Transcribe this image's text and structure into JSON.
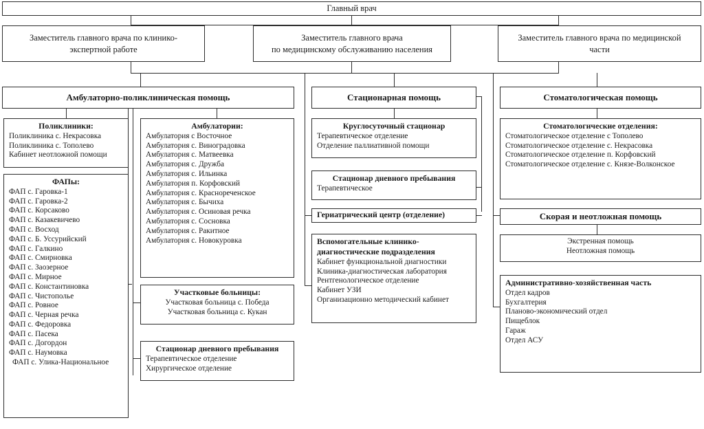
{
  "chief": {
    "label": "Главный врач"
  },
  "deputies": [
    {
      "name": "deputy-clinical-expert",
      "lines": [
        "Заместитель главного врача по клинико-",
        "экспертной работе"
      ]
    },
    {
      "name": "deputy-medical-service",
      "lines": [
        "Заместитель главного врача",
        "по медицинскому обслуживанию населения"
      ]
    },
    {
      "name": "deputy-medical-part",
      "lines": [
        "Заместитель главного врача по медицинской",
        "части"
      ]
    }
  ],
  "sections": {
    "outpatient": {
      "label": "Амбулаторно-поликлиническая помощь"
    },
    "inpatient": {
      "label": "Стационарная помощь"
    },
    "dental": {
      "label": "Стоматологическая помощь"
    },
    "emergency": {
      "label": "Скорая и неотложная помощь"
    }
  },
  "polyclinics": {
    "title": "Поликлиники:",
    "items": [
      "Поликлиника с. Некрасовка",
      "Поликлиника с. Тополево",
      "Кабинет неотложной помощи"
    ]
  },
  "faps": {
    "title": "ФАПы:",
    "items": [
      "ФАП с. Гаровка-1",
      "ФАП с. Гаровка-2",
      "ФАП с. Корсаково",
      "ФАП с. Казакевичево",
      "ФАП с. Восход",
      "ФАП с. Б. Уссурийский",
      "ФАП с. Галкино",
      "ФАП с. Смирновка",
      "ФАП с. Заозерное",
      "ФАП с. Мирное",
      "ФАП с. Константиновка",
      "ФАП с. Чистополье",
      "ФАП с. Ровное",
      "ФАП с. Черная речка",
      "ФАП с. Федоровка",
      "ФАП с. Пасека",
      "ФАП с. Догордон",
      "ФАП с. Наумовка",
      "ФАП с. Улика-Национальное"
    ]
  },
  "ambulatories": {
    "title": "Амбулатории:",
    "items": [
      "Амбулатория с Восточное",
      "Амбулатория с. Виноградовка",
      "Амбулатория с. Матвеевка",
      "Амбулатория с. Дружба",
      "Амбулатория с. Ильинка",
      "Амбулатория п. Корфовский",
      "Амбулатория с. Краснореченское",
      "Амбулатория с. Бычиха",
      "Амбулатория с. Осиновая речка",
      "Амбулатория с. Сосновка",
      "Амбулатория с. Ракитное",
      "Амбулатория с. Новокуровка"
    ]
  },
  "district_hospitals": {
    "title": "Участковые больницы:",
    "items": [
      "Участковая больница с. Победа",
      "Участковая больница с. Кукан"
    ]
  },
  "day_hospital_outpatient": {
    "title": "Стационар дневного пребывания",
    "items": [
      "Терапевтическое отделение",
      "Хирургическое отделение"
    ]
  },
  "round_clock": {
    "title": "Круглосуточный стационар",
    "items": [
      "Терапевтическое отделение",
      "Отделение паллиативной помощи"
    ]
  },
  "day_hospital_inpatient": {
    "title": "Стационар дневного пребывания",
    "items": [
      "Терапевтическое"
    ]
  },
  "geriatric": {
    "title": "Гериатрический центр (отделение)"
  },
  "diagnostic": {
    "title_lines": [
      "Вспомогательные клинико-",
      "диагностические подразделения"
    ],
    "items": [
      "Кабинет функциональной диагностики",
      "Клиника-диагностическая лаборатория",
      "Рентгенологическое отделение",
      "Кабинет УЗИ",
      "Организационно методический кабинет"
    ]
  },
  "dental_departments": {
    "title": "Стоматологические отделения:",
    "items": [
      "Стоматологическое отделение с Тополево",
      "Стоматологическое отделение с. Некрасовка",
      "Стоматологическое отделение п. Корфовский",
      "Стоматологическое отделение с. Князе-Волконское"
    ]
  },
  "emergency_types": {
    "items": [
      "Экстренная помощь",
      "Неотложная помощь"
    ]
  },
  "admin": {
    "title": "Административно-хозяйственная часть",
    "items": [
      "Отдел кадров",
      "Бухгалтерия",
      "Планово-экономический отдел",
      "Пищеблок",
      "Гараж",
      "Отдел АСУ"
    ]
  },
  "colors": {
    "stroke": "#2b2b2b",
    "background": "#ffffff",
    "text": "#1a1a1a"
  }
}
